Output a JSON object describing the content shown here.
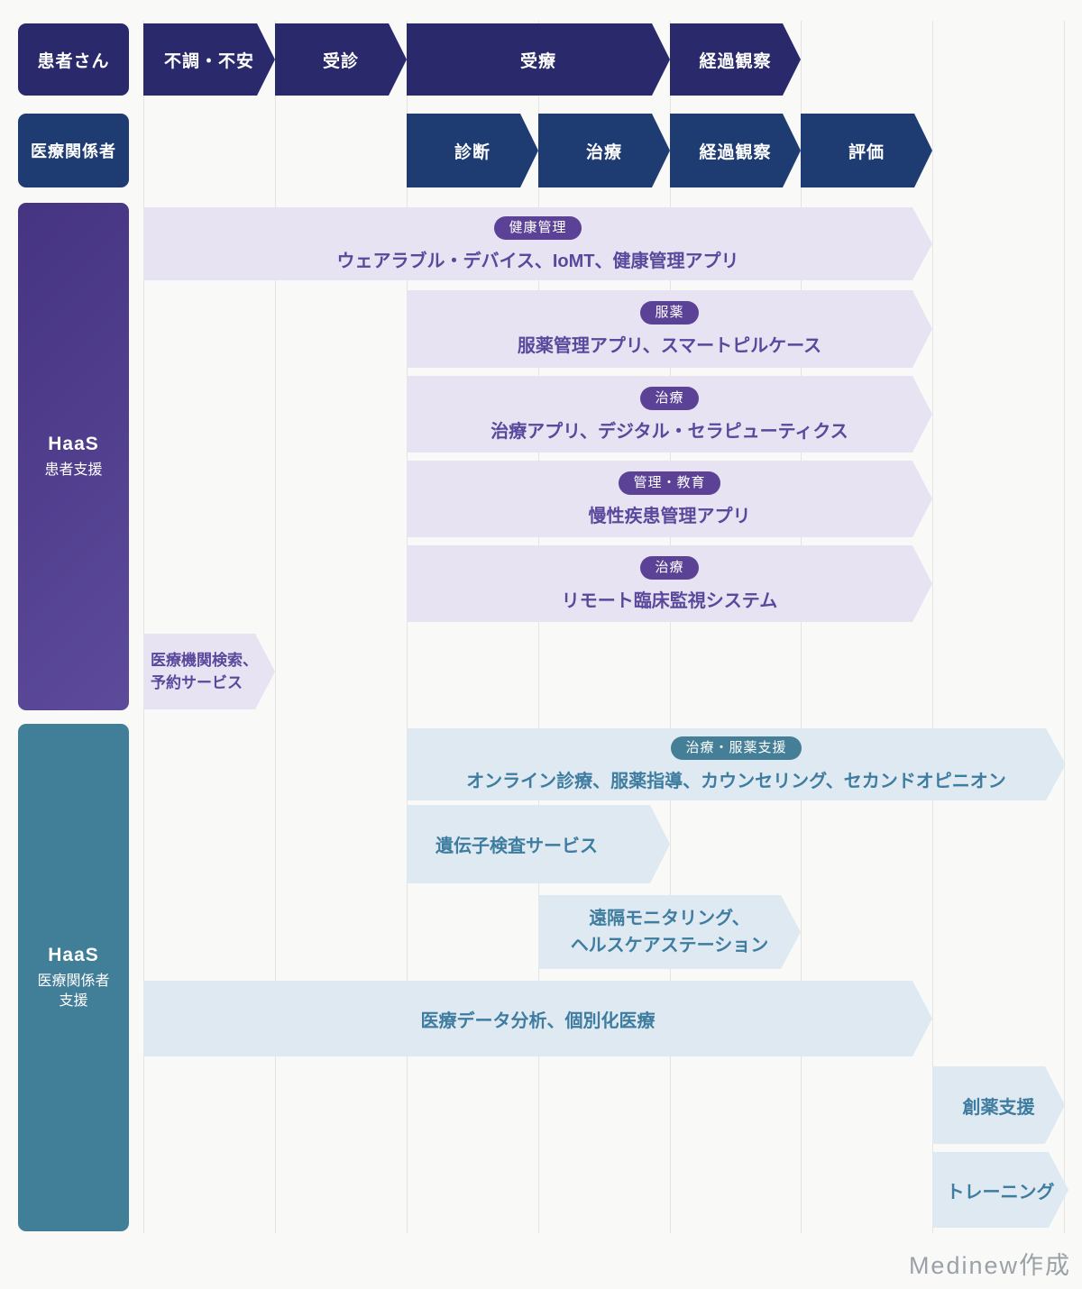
{
  "colors": {
    "background": "#f9faf7",
    "gridline": "#e4e5e2",
    "patient_navy": "#29296b",
    "provider_navy": "#1e3c72",
    "haas_patient_purple": "#533f91",
    "haas_provider_teal": "#417e98",
    "lavender_arrow": "#e7e3f2",
    "lightblue_arrow": "#dfe9f1",
    "purple_badge": "#5b4296",
    "teal_badge": "#447e97",
    "purple_text": "#5a489c",
    "teal_text": "#3e7ca0",
    "credit_gray": "#9aa1a8"
  },
  "patient_row": {
    "label": "患者さん",
    "steps": [
      "不調・不安",
      "受診",
      "受療",
      "経過観察"
    ]
  },
  "provider_row": {
    "label": "医療関係者",
    "steps": [
      "診断",
      "治療",
      "経過観察",
      "評価"
    ]
  },
  "haas_patient": {
    "title": "HaaS",
    "subtitle": "患者支援",
    "rows": [
      {
        "badge": "健康管理",
        "text": "ウェアラブル・デバイス、IoMT、健康管理アプリ"
      },
      {
        "badge": "服薬",
        "text": "服薬管理アプリ、スマートピルケース"
      },
      {
        "badge": "治療",
        "text": "治療アプリ、デジタル・セラピューティクス"
      },
      {
        "badge": "管理・教育",
        "text": "慢性疾患管理アプリ"
      },
      {
        "badge": "治療",
        "text": "リモート臨床監視システム"
      },
      {
        "text_line1": "医療機関検索、",
        "text_line2": "予約サービス"
      }
    ]
  },
  "haas_provider": {
    "title": "HaaS",
    "subtitle_line1": "医療関係者",
    "subtitle_line2": "支援",
    "rows": [
      {
        "badge": "治療・服薬支援",
        "text": "オンライン診療、服薬指導、カウンセリング、セカンドオピニオン"
      },
      {
        "text": "遺伝子検査サービス"
      },
      {
        "text_line1": "遠隔モニタリング、",
        "text_line2": "ヘルスケアステーション"
      },
      {
        "text": "医療データ分析、個別化医療"
      },
      {
        "text": "創薬支援"
      },
      {
        "text": "トレーニング"
      }
    ]
  },
  "credit": "Medinew作成"
}
